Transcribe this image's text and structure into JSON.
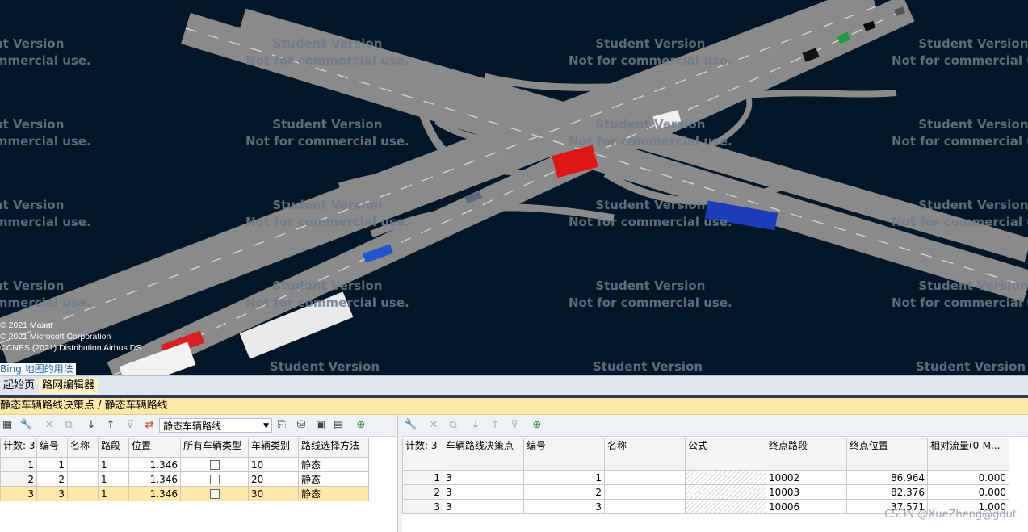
{
  "watermark": {
    "line1": "Student Version",
    "line2": "Not for commercial use."
  },
  "copyright": [
    "© 2021 Maxar",
    "© 2021 Microsoft Corporation",
    "©CNES (2021) Distribution Airbus DS"
  ],
  "bing_link": "Bing 地图的用法",
  "tabs": [
    {
      "label": "起始页"
    },
    {
      "label": "路网编辑器"
    }
  ],
  "breadcrumb": "静态车辆路线决策点 / 静态车辆路线",
  "left_pane": {
    "dropdown_value": "静态车辆路线",
    "columns": [
      "计数: 3",
      "编号",
      "名称",
      "路段",
      "位置",
      "所有车辆类型",
      "车辆类别",
      "路线选择方法"
    ],
    "rows": [
      {
        "idx": "1",
        "no": "1",
        "name": "",
        "link": "1",
        "pos": "1.346",
        "veh": "10",
        "method": "静态"
      },
      {
        "idx": "2",
        "no": "2",
        "name": "",
        "link": "1",
        "pos": "1.346",
        "veh": "20",
        "method": "静态"
      },
      {
        "idx": "3",
        "no": "3",
        "name": "",
        "link": "1",
        "pos": "1.346",
        "veh": "30",
        "method": "静态"
      }
    ],
    "selected_row": 2
  },
  "right_pane": {
    "columns": [
      "计数: 3",
      "车辆路线决策点",
      "编号",
      "名称",
      "公式",
      "终点路段",
      "终点位置",
      "相对流量(0-M..."
    ],
    "rows": [
      {
        "idx": "1",
        "dp": "3",
        "no": "1",
        "name": "",
        "formula": "",
        "dest": "10002",
        "pos": "86.964",
        "flow": "0.000"
      },
      {
        "idx": "2",
        "dp": "3",
        "no": "2",
        "name": "",
        "formula": "",
        "dest": "10003",
        "pos": "82.376",
        "flow": "0.000"
      },
      {
        "idx": "3",
        "dp": "3",
        "no": "3",
        "name": "",
        "formula": "",
        "dest": "10006",
        "pos": "37.571",
        "flow": "1.000"
      }
    ]
  },
  "credit": "CSDN @XueZheng@gdut",
  "colors": {
    "scene_bg": "#011627",
    "road": "#8a8a8a",
    "highlight": "#ffe9a8"
  }
}
